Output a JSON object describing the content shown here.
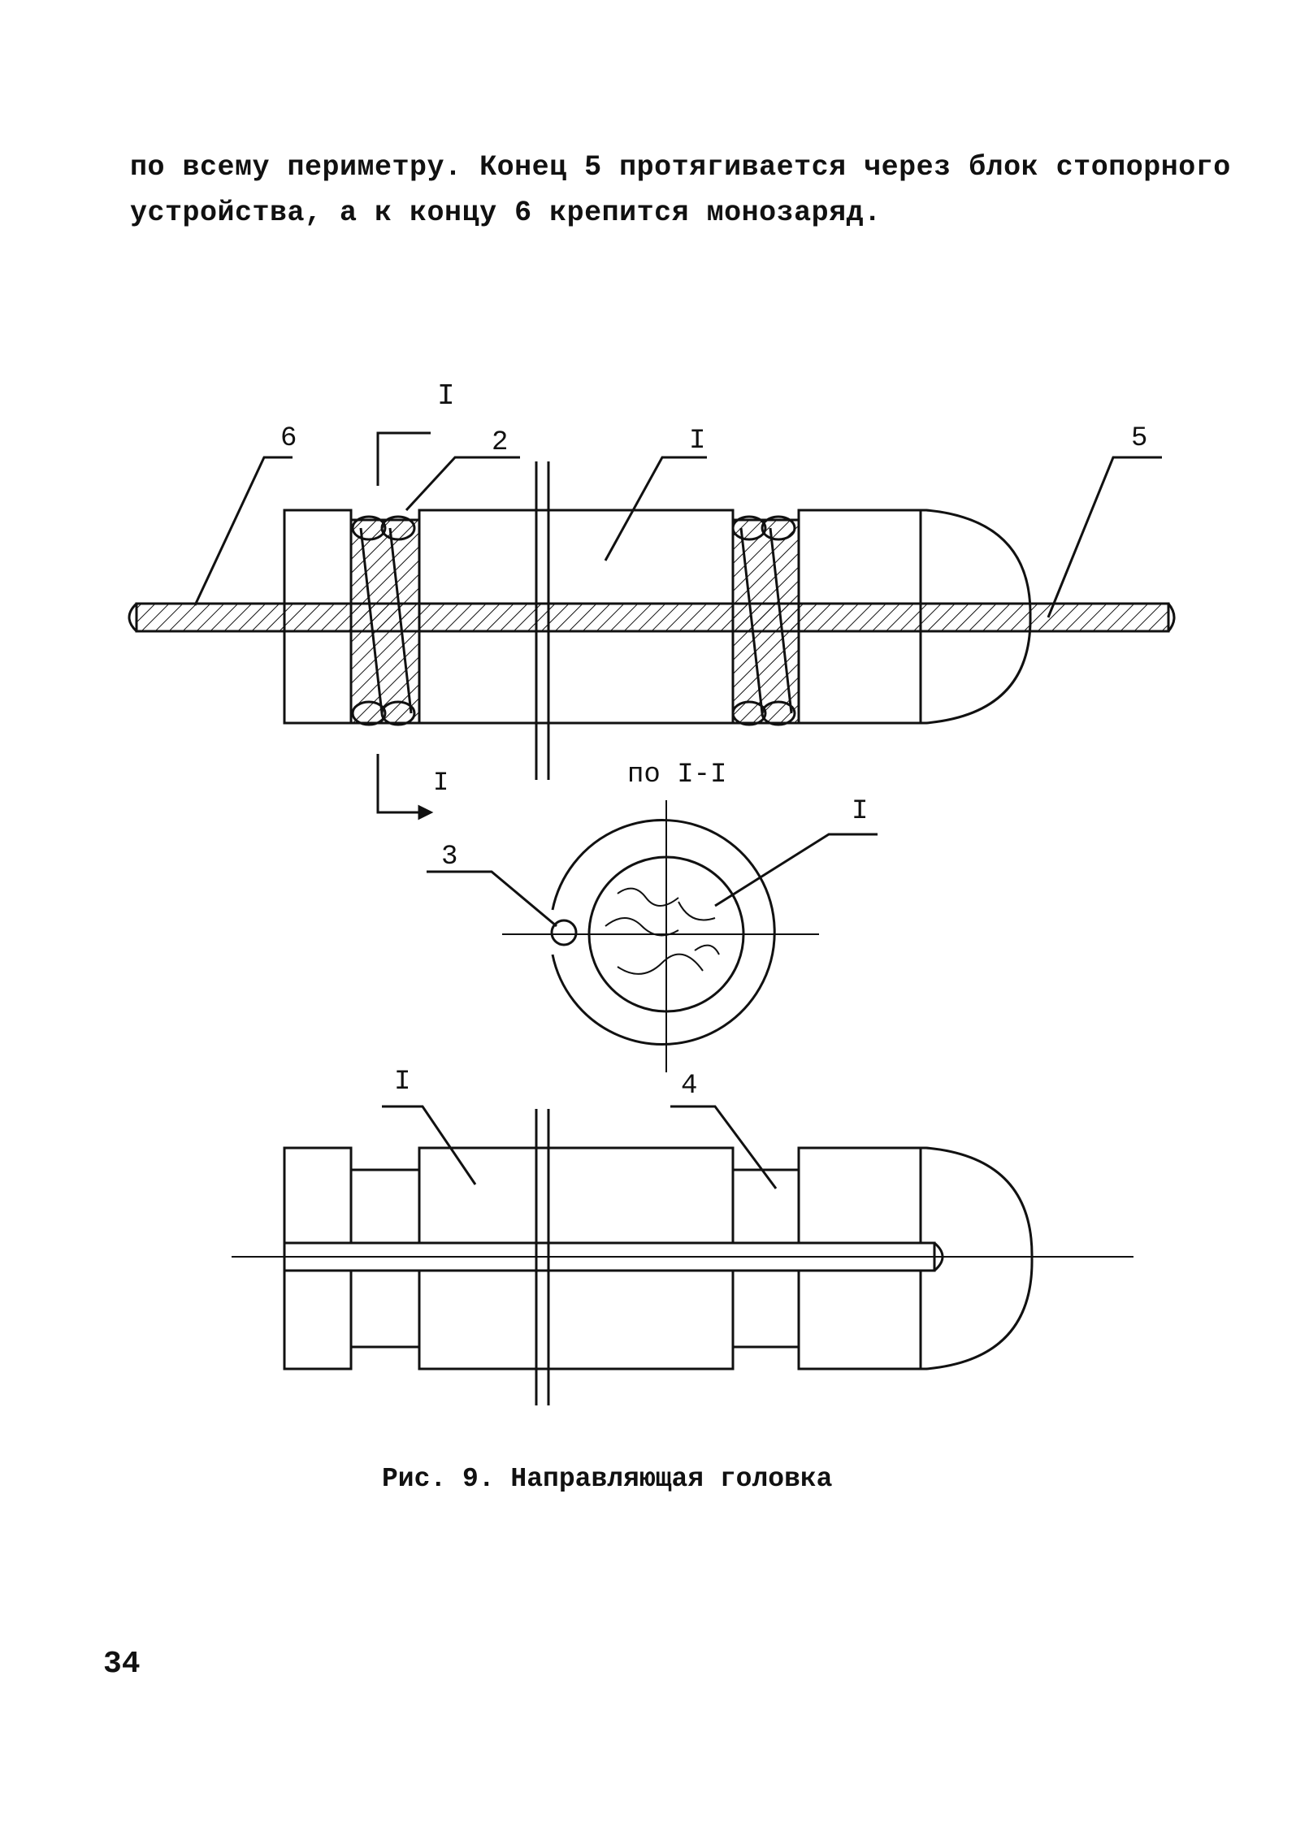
{
  "body_text": {
    "lines": [
      "по всему периметру. Конец 5 протягивается через блок стопорного",
      "устройства, а к концу 6 крепится монозаряд."
    ]
  },
  "figure": {
    "section_mark_top": "I",
    "section_mark_bottom": "I",
    "section_view_label": "по I-I",
    "callouts": {
      "label_6": "6",
      "label_2": "2",
      "label_1_top": "I",
      "label_5": "5",
      "label_3": "3",
      "label_1_section": "I",
      "label_1_bottom": "I",
      "label_4": "4"
    },
    "caption": "Рис. 9. Направляющая головка"
  },
  "page_number": "34"
}
